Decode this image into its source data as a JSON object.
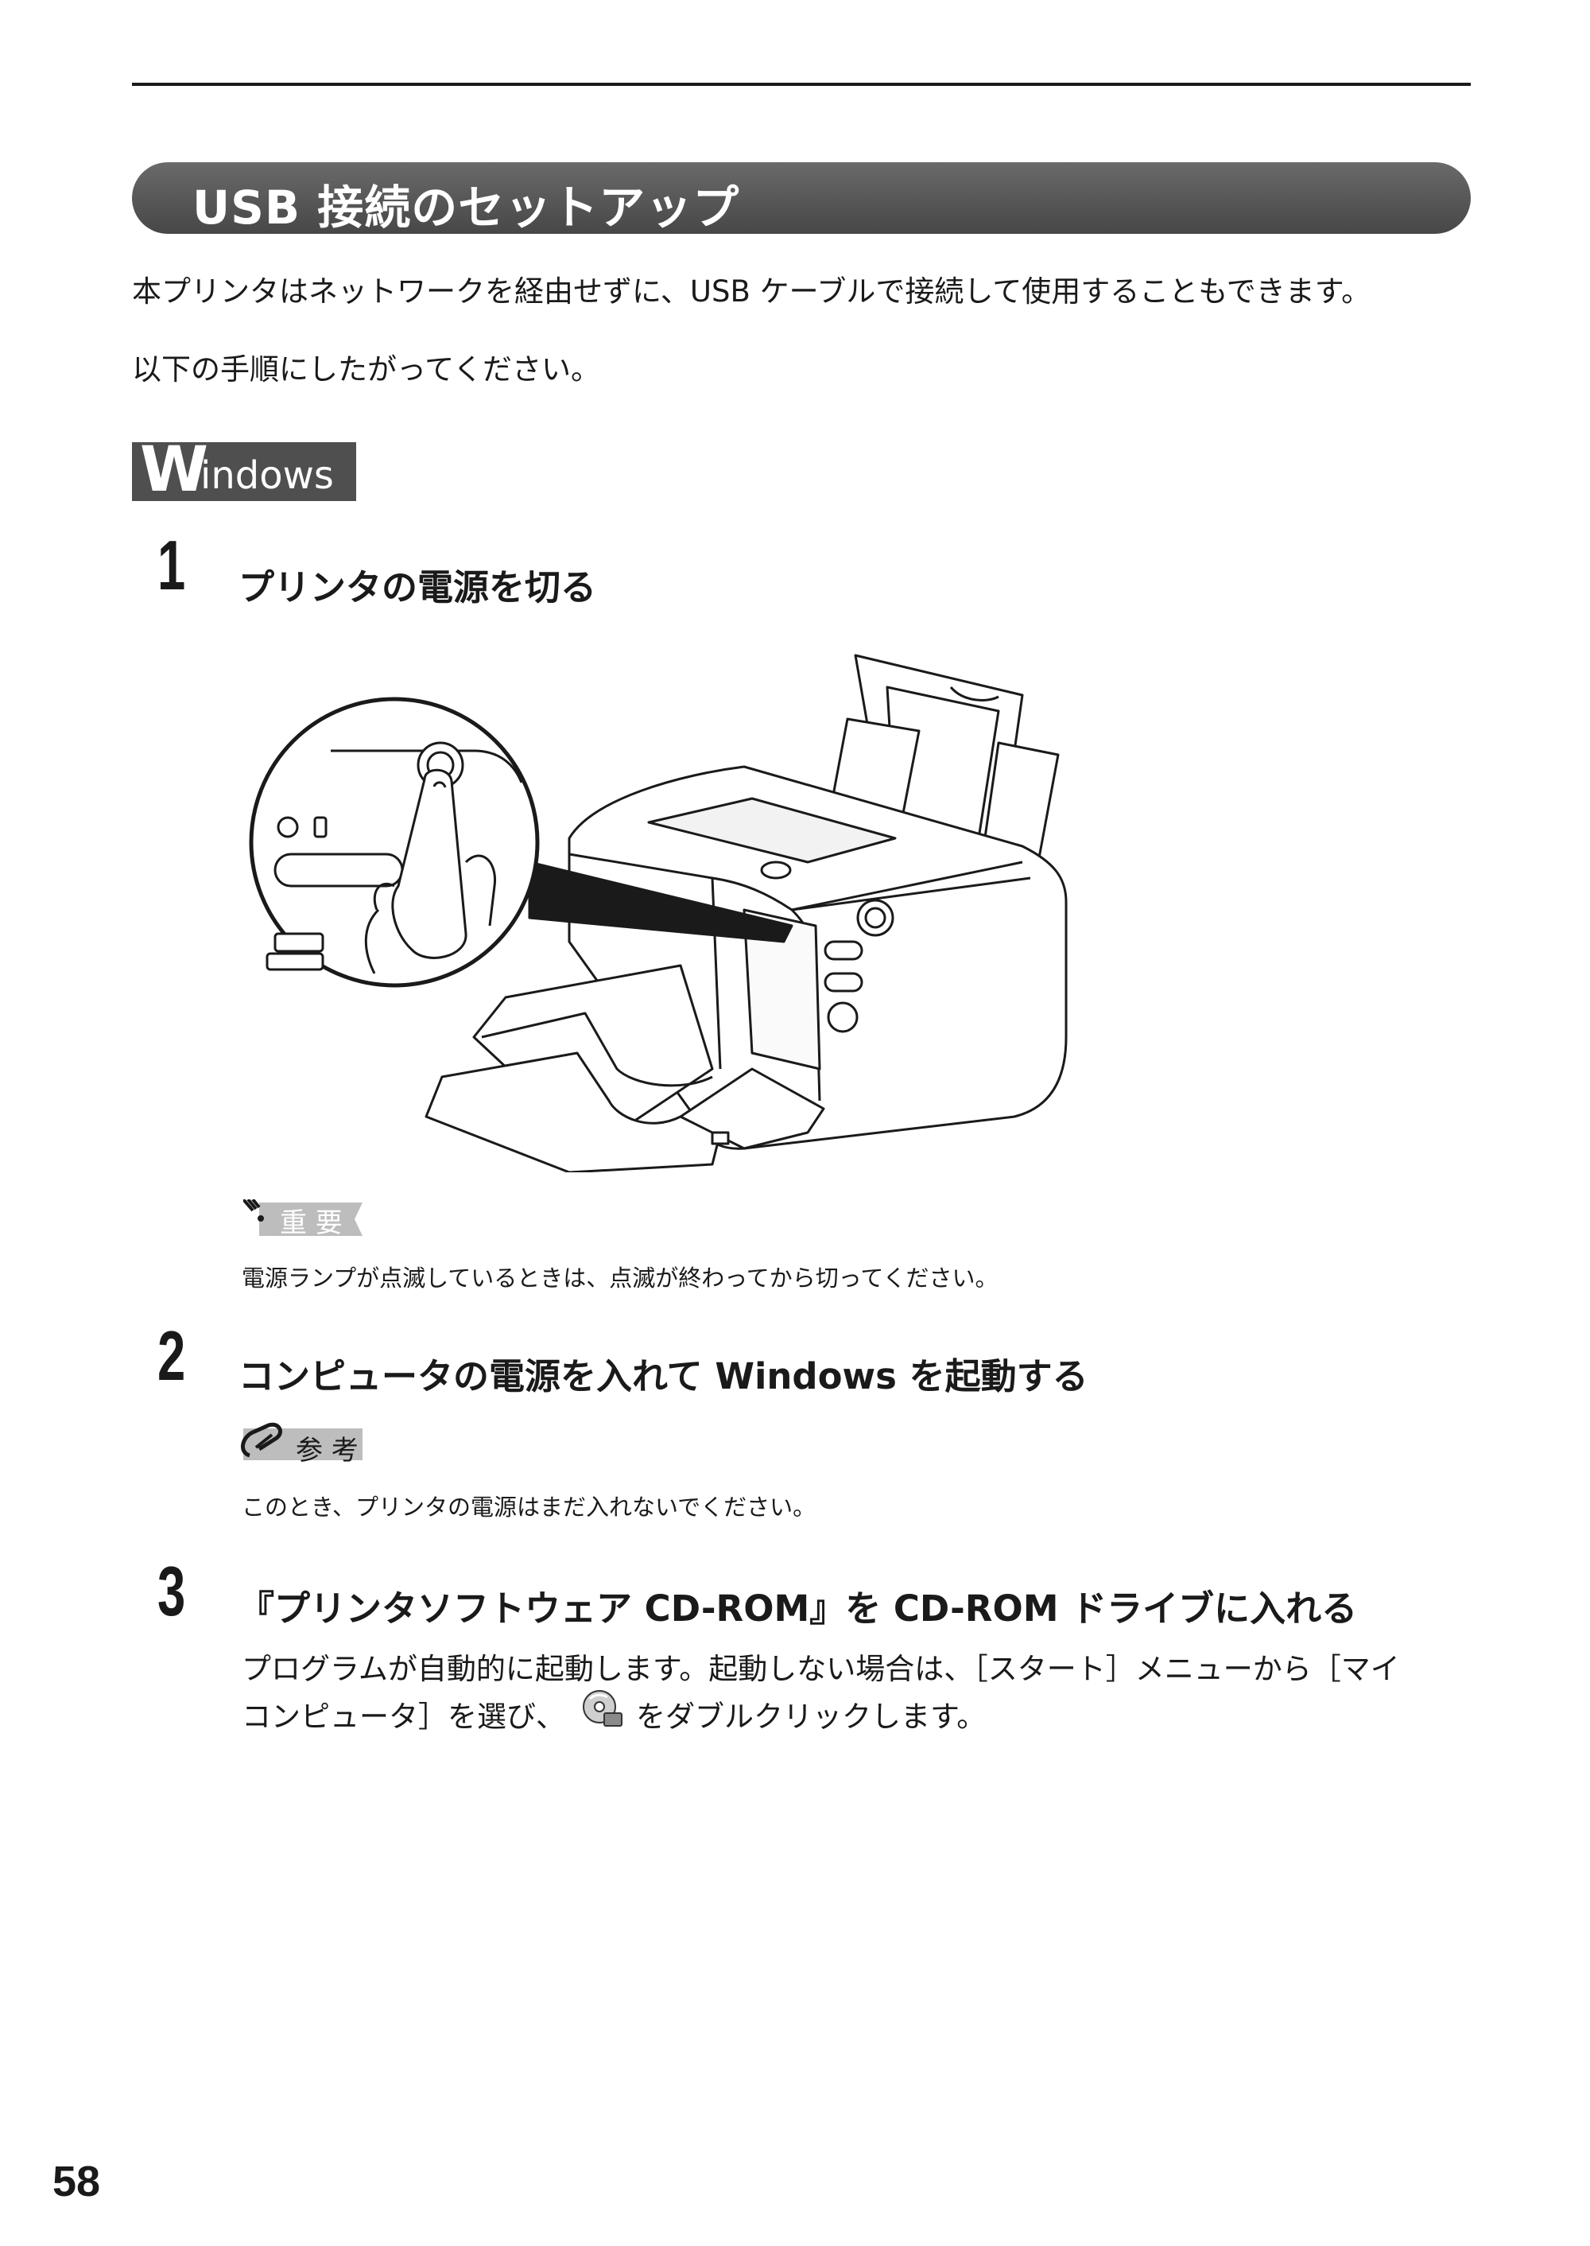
{
  "section": {
    "title": "USB 接続のセットアップ",
    "intro_line1": "本プリンタはネットワークを経由せずに、USB ケーブルで接続して使用することもできます。",
    "intro_line2": "以下の手順にしたがってください。"
  },
  "os_badge": {
    "first_letter": "W",
    "rest": "indows"
  },
  "steps": [
    {
      "number": "1",
      "title": "プリンタの電源を切る",
      "note_label": "重 要",
      "note_text": "電源ランプが点滅しているときは、点滅が終わってから切ってください。"
    },
    {
      "number": "2",
      "title": "コンピュータの電源を入れて Windows を起動する",
      "note_label": "参 考",
      "note_text": "このとき、プリンタの電源はまだ入れないでください。"
    },
    {
      "number": "3",
      "title": "『プリンタソフトウェア CD-ROM』を CD-ROM ドライブに入れる",
      "body_line1": "プログラムが自動的に起動します。起動しない場合は、［スタート］メニューから［マイ",
      "body_line2a": "コンピュータ］を選び、",
      "body_line2b": "をダブルクリックします。",
      "icon": "cd-drive-icon"
    }
  ],
  "page_number": "58"
}
